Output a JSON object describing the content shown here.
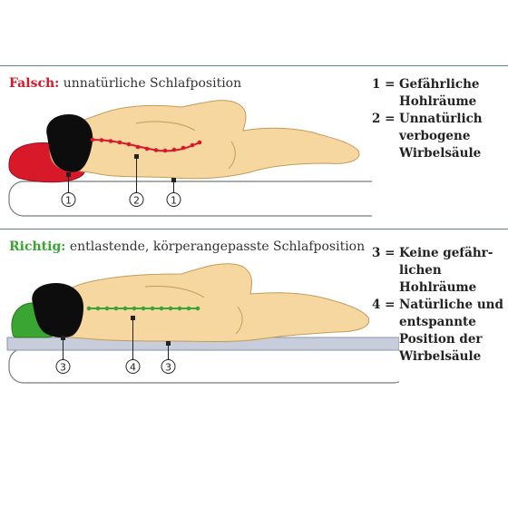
{
  "colors": {
    "wrong": "#d7192a",
    "right": "#3aa533",
    "divider": "#5b7fa6",
    "skin": "#f7d7a0",
    "hair": "#0d0d0d",
    "spine_wrong": "#d7192a",
    "spine_right": "#3aa533",
    "mattress_top": "#c7cddb"
  },
  "wrong_section": {
    "lead": "Falsch:",
    "rest": " unnatürliche Schlafposition",
    "markers": [
      "1",
      "2",
      "1"
    ],
    "legend": [
      {
        "num": "1 =",
        "lines": [
          "Gefährliche",
          "Hohlräume"
        ]
      },
      {
        "num": "2 =",
        "lines": [
          "Unnatürlich",
          "verbogene",
          "Wirbelsäule"
        ]
      }
    ]
  },
  "right_section": {
    "lead": "Richtig:",
    "rest": " entlastende, körperangepasste Schlafposition",
    "markers": [
      "3",
      "4",
      "3"
    ],
    "legend": [
      {
        "num": "3 =",
        "lines": [
          "Keine gefähr-",
          "lichen",
          "Hohlräume"
        ]
      },
      {
        "num": "4 =",
        "lines": [
          "Natürliche und",
          "entspannte",
          "Position der",
          "Wirbelsäule"
        ]
      }
    ]
  }
}
